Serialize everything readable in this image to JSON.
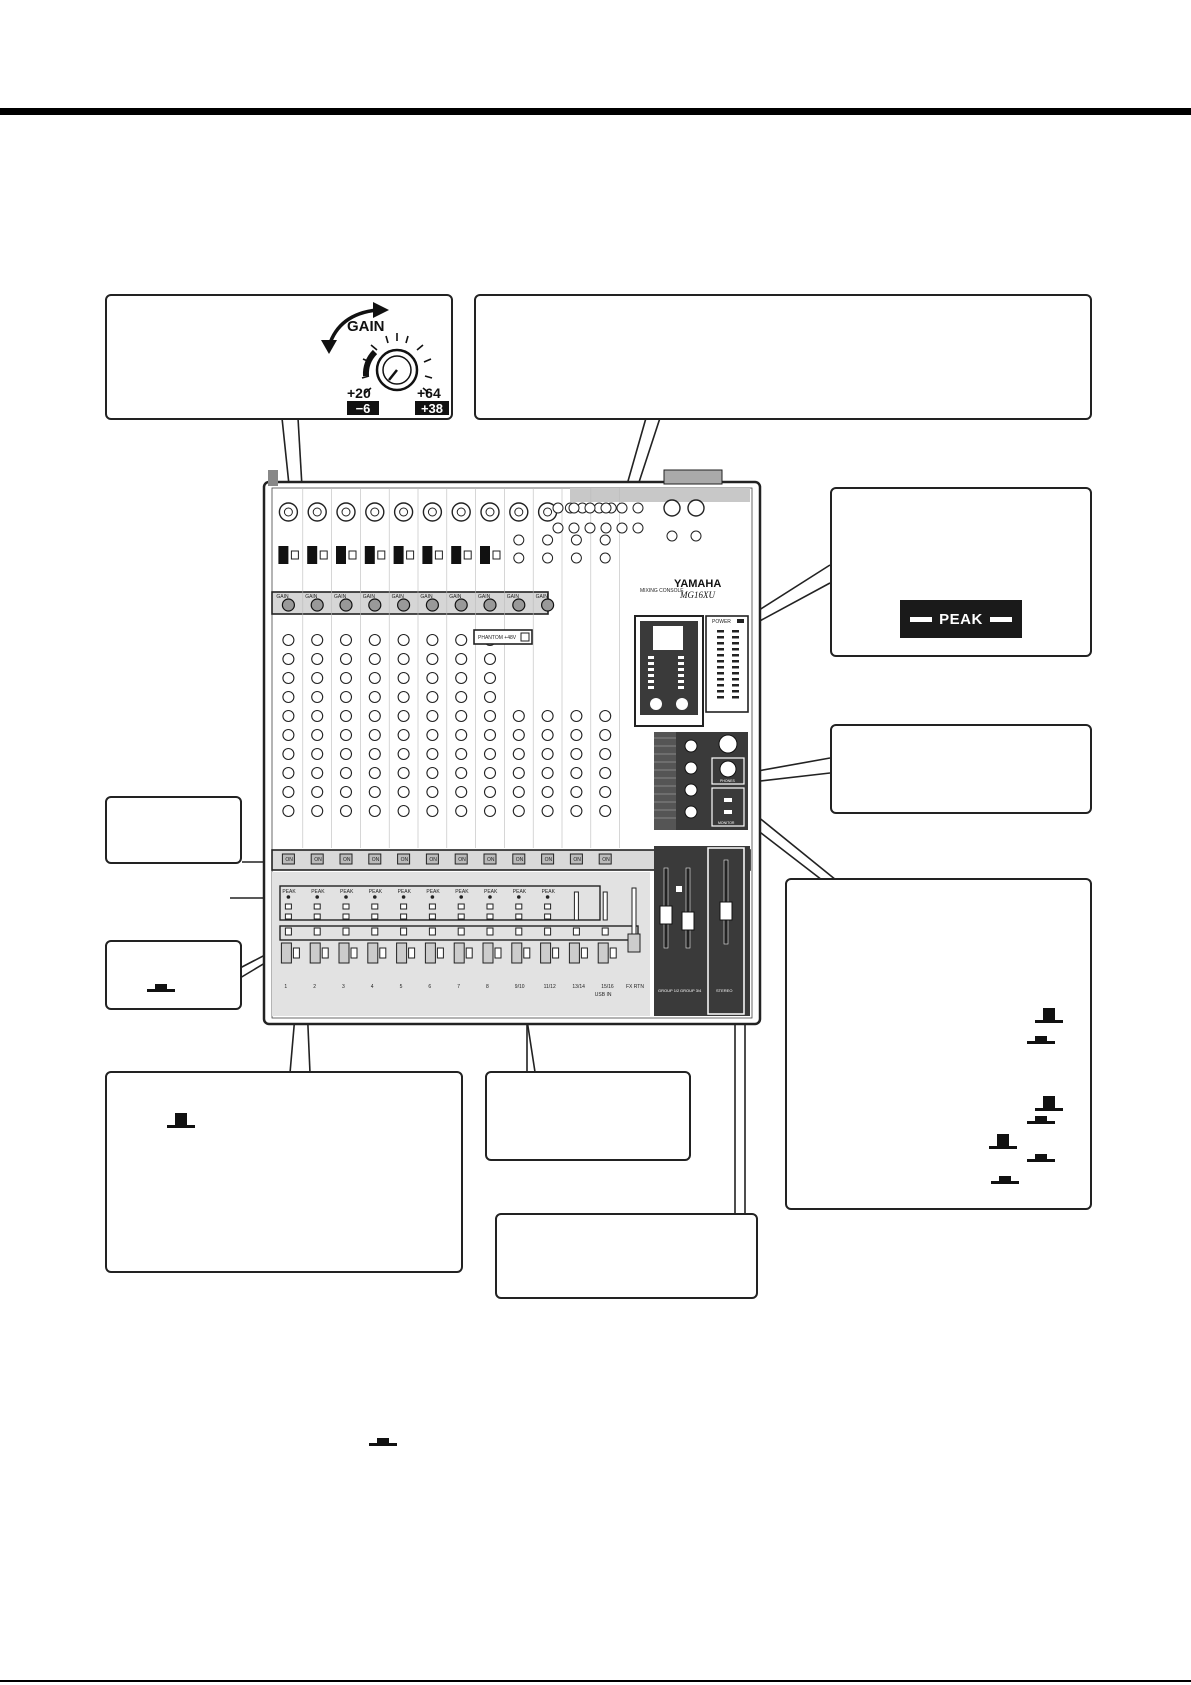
{
  "gain_callout": {
    "knob_label": "GAIN",
    "scale_low_top": "+20",
    "scale_low_bottom": "−6",
    "scale_high_top": "+64",
    "scale_high_bottom": "+38"
  },
  "meter_callout": {
    "badge_label": "PEAK"
  },
  "console": {
    "brand": "YAMAHA",
    "model": "MG16XU",
    "model_prefix": "MIXING CONSOLE",
    "phantom_label": "PHANTOM +48V",
    "channel_gain_label": "GAIN",
    "on_label": "ON",
    "peak_label": "PEAK",
    "power_label": "POWER",
    "phones_label": "PHONES",
    "monitor_label": "MONITOR",
    "channel_numbers": [
      "1",
      "2",
      "3",
      "4",
      "5",
      "6",
      "7",
      "8",
      "9/10",
      "11/12",
      "13/14",
      "15/16"
    ],
    "usb_in_label": "USB IN",
    "fx_rtn_label": "FX RTN",
    "group_12_label": "GROUP 1/2",
    "group_34_label": "GROUP 3/4",
    "stereo_label": "STEREO"
  },
  "colors": {
    "line": "#222222",
    "panel_gray": "#d9d9d9",
    "dark_panel": "#3a3a3a",
    "badge": "#1a1a1a"
  }
}
